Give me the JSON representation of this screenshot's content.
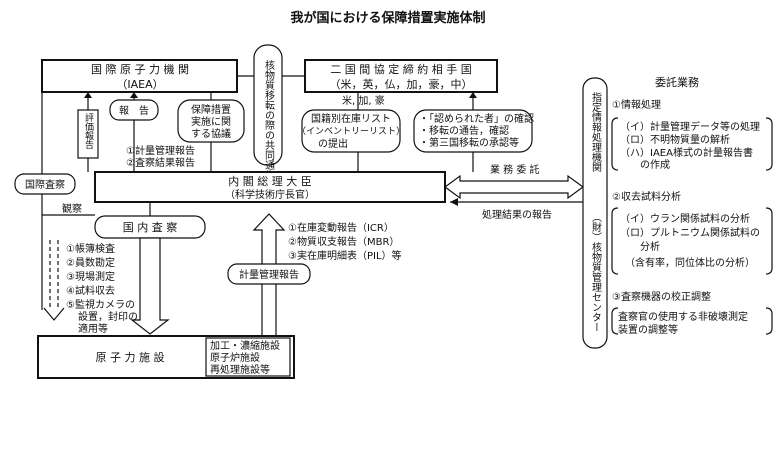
{
  "title": "我が国における保障措置実施体制",
  "iaea": {
    "line1": "国 際 原 子 力 機 関",
    "line2": "（IAEA）"
  },
  "bilateral": {
    "line1": "二 国 間 協 定 締 約 相 手 国",
    "line2": "（米，英，仏，加，豪，中）"
  },
  "vertical_note": "核物質移転の際の共同通告",
  "hyoka": "評価報告",
  "hokoku": "報　告",
  "kyogi": [
    "保障措置",
    "実施に関",
    "する協議"
  ],
  "reports_to_iaea": [
    "①計量管理報告",
    "②査察結果報告"
  ],
  "us_ca_au": "米, 加, 豪",
  "inventory": [
    "国籍別在庫リスト",
    "（インベントリーリスト）",
    "の提出"
  ],
  "confirm": [
    "・「認められた者」の確認",
    "・移転の通告，確認",
    "・第三国移転の承認等"
  ],
  "minister": {
    "line1": "内 閣 総 理 大 臣",
    "line2": "（科学技術庁長官）"
  },
  "kokusai_sasatsu": "国際査察",
  "kansatsu": "観察",
  "kokunai_sasatsu": "国 内 査 察",
  "inspections": [
    "①帳簿検査",
    "②員数勘定",
    "③現場測定",
    "④試料収去",
    "⑤監視カメラの",
    "設置，封印の",
    "適用等"
  ],
  "reports_list": [
    "①在庫変動報告（ICR）",
    "②物質収支報告（MBR）",
    "③実在庫明細表（PIL）等"
  ],
  "keiryo_kanri": "計量管理報告",
  "gyomu_itaku": "業 務 委 託",
  "shori_kekka": "処理結果の報告",
  "facility": {
    "label": "原 子 力 施 設",
    "items": [
      "加工・濃縮施設",
      "原子炉施設",
      "再処理施設等"
    ]
  },
  "designated": {
    "line1": "指定情報処理機関",
    "line2": "（財）核物質管理センター"
  },
  "itaku_gyomu": {
    "heading": "委託業務",
    "sections": [
      {
        "title": "①情報処理",
        "items": [
          "（イ）計量管理データ等の処理",
          "（ロ）不明物質量の解析",
          "（ハ）IAEA様式の計量報告書",
          "　　の作成"
        ]
      },
      {
        "title": "②収去試料分析",
        "items": [
          "（イ）ウラン関係試料の分析",
          "（ロ）プルトニウム関係試料の",
          "　　分析",
          "　（含有率，同位体比の分析）"
        ]
      },
      {
        "title": "③査察機器の校正調整",
        "items": [
          "査察官の使用する非破壊測定",
          "装置の調整等"
        ]
      }
    ]
  }
}
